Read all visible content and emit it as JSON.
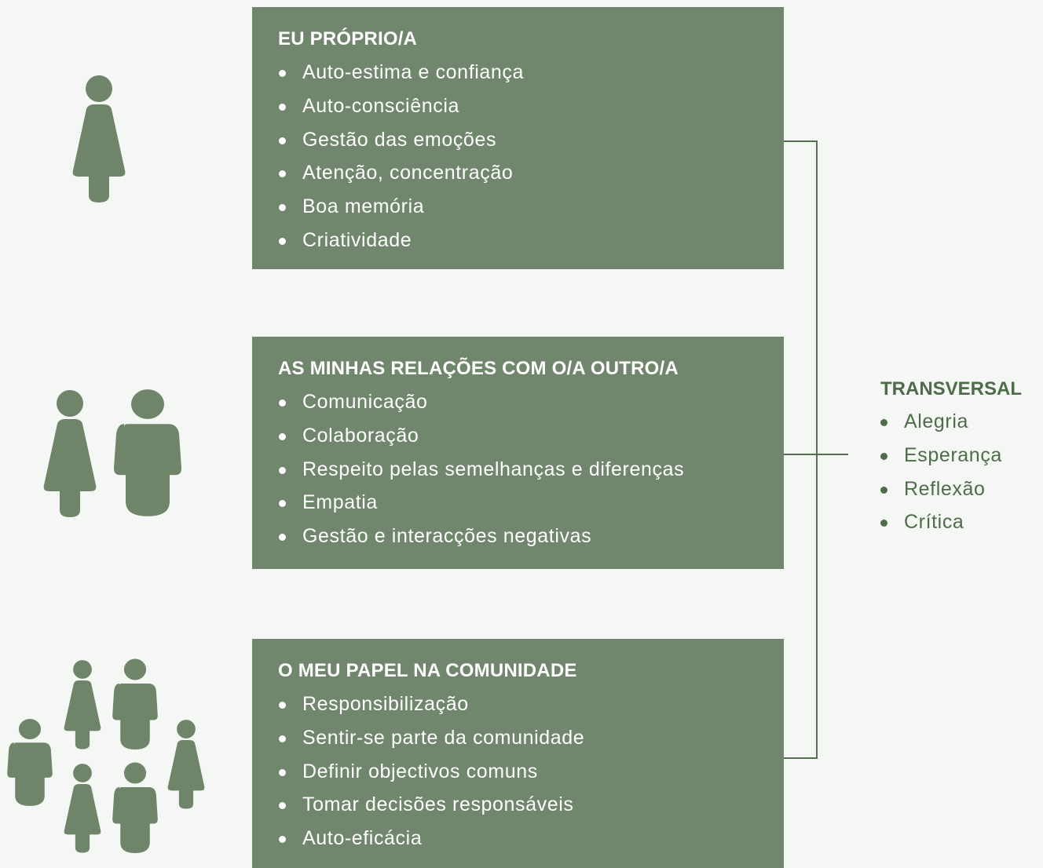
{
  "sections": [
    {
      "title": "EU PRÓPRIO/A",
      "items": [
        "Auto-estima e confiança",
        "Auto-consciência",
        "Gestão das emoções",
        "Atenção, concentração",
        "Boa memória",
        "Criatividade"
      ]
    },
    {
      "title": "AS MINHAS RELAÇÕES COM O/A OUTRO/A",
      "items": [
        "Comunicação",
        "Colaboração",
        "Respeito pelas semelhanças e diferenças",
        "Empatia",
        "Gestão e interacções negativas"
      ]
    },
    {
      "title": "O MEU PAPEL NA COMUNIDADE",
      "items": [
        "Responsibilização",
        "Sentir-se parte da comunidade",
        "Definir objectivos comuns",
        "Tomar decisões responsáveis",
        "Auto-eficácia"
      ]
    }
  ],
  "transversal": {
    "title": "TRANSVERSAL",
    "items": [
      "Alegria",
      "Esperança",
      "Reflexão",
      "Crítica"
    ]
  },
  "colors": {
    "box": "#71876d",
    "icon": "#6e856a",
    "accent_text": "#4f6c4a",
    "background": "#f5f7f4"
  },
  "icons": {
    "self": "single-person-icon",
    "relations": "two-people-icon",
    "community": "group-people-icon"
  }
}
